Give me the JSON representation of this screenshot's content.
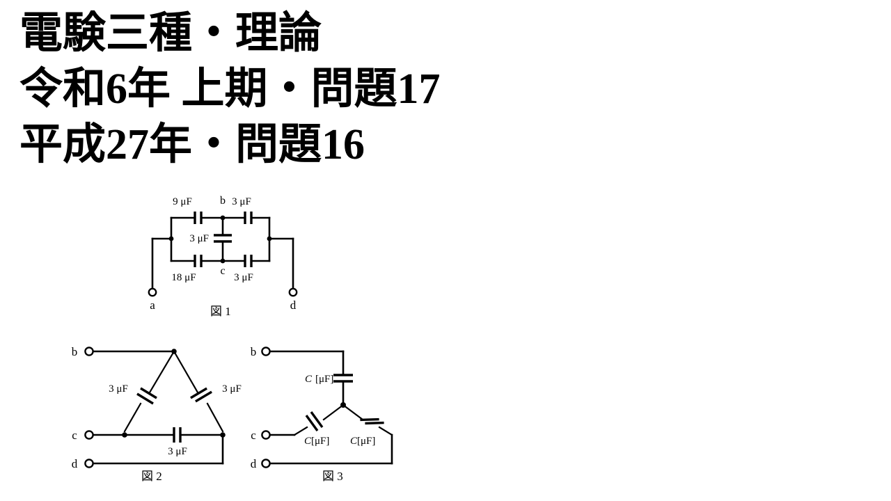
{
  "title": {
    "line1": "電験三種・理論",
    "line2": "令和6年 上期・問題17",
    "line3": "平成27年・問題16"
  },
  "colors": {
    "background": "#ffffff",
    "ink": "#000000"
  },
  "figure1": {
    "caption": "図 1",
    "terminals": [
      {
        "id": "a",
        "label": "a"
      },
      {
        "id": "d",
        "label": "d"
      }
    ],
    "nodes": [
      {
        "id": "b",
        "label": "b"
      },
      {
        "id": "c",
        "label": "c"
      }
    ],
    "capacitors": [
      {
        "id": "c-top-left",
        "label": "9 μF",
        "branch": "a-b",
        "orientation": "vertical-plates"
      },
      {
        "id": "c-top-right",
        "label": "3 μF",
        "branch": "b-d",
        "orientation": "vertical-plates"
      },
      {
        "id": "c-middle",
        "label": "3 μF",
        "branch": "b-c",
        "orientation": "horizontal-plates"
      },
      {
        "id": "c-bottom-left",
        "label": "18 μF",
        "branch": "a-c",
        "orientation": "vertical-plates"
      },
      {
        "id": "c-bottom-right",
        "label": "3 μF",
        "branch": "c-d",
        "orientation": "vertical-plates"
      }
    ]
  },
  "figure2": {
    "caption": "図 2",
    "topology": "delta",
    "terminals": [
      {
        "id": "b",
        "label": "b"
      },
      {
        "id": "c",
        "label": "c"
      },
      {
        "id": "d",
        "label": "d"
      }
    ],
    "capacitors": [
      {
        "id": "bc",
        "label": "3 μF",
        "branch": "b-c"
      },
      {
        "id": "bd",
        "label": "3 μF",
        "branch": "b-d"
      },
      {
        "id": "cd",
        "label": "3 μF",
        "branch": "c-d"
      }
    ]
  },
  "figure3": {
    "caption": "図 3",
    "topology": "star",
    "terminals": [
      {
        "id": "b",
        "label": "b"
      },
      {
        "id": "c",
        "label": "c"
      },
      {
        "id": "d",
        "label": "d"
      }
    ],
    "capacitors": [
      {
        "id": "b-branch",
        "symbol": "C",
        "unit": "[μF]",
        "branch": "b-n"
      },
      {
        "id": "c-branch",
        "symbol": "C",
        "unit": "[μF]",
        "branch": "c-n"
      },
      {
        "id": "d-branch",
        "symbol": "C",
        "unit": "[μF]",
        "branch": "d-n"
      }
    ]
  }
}
